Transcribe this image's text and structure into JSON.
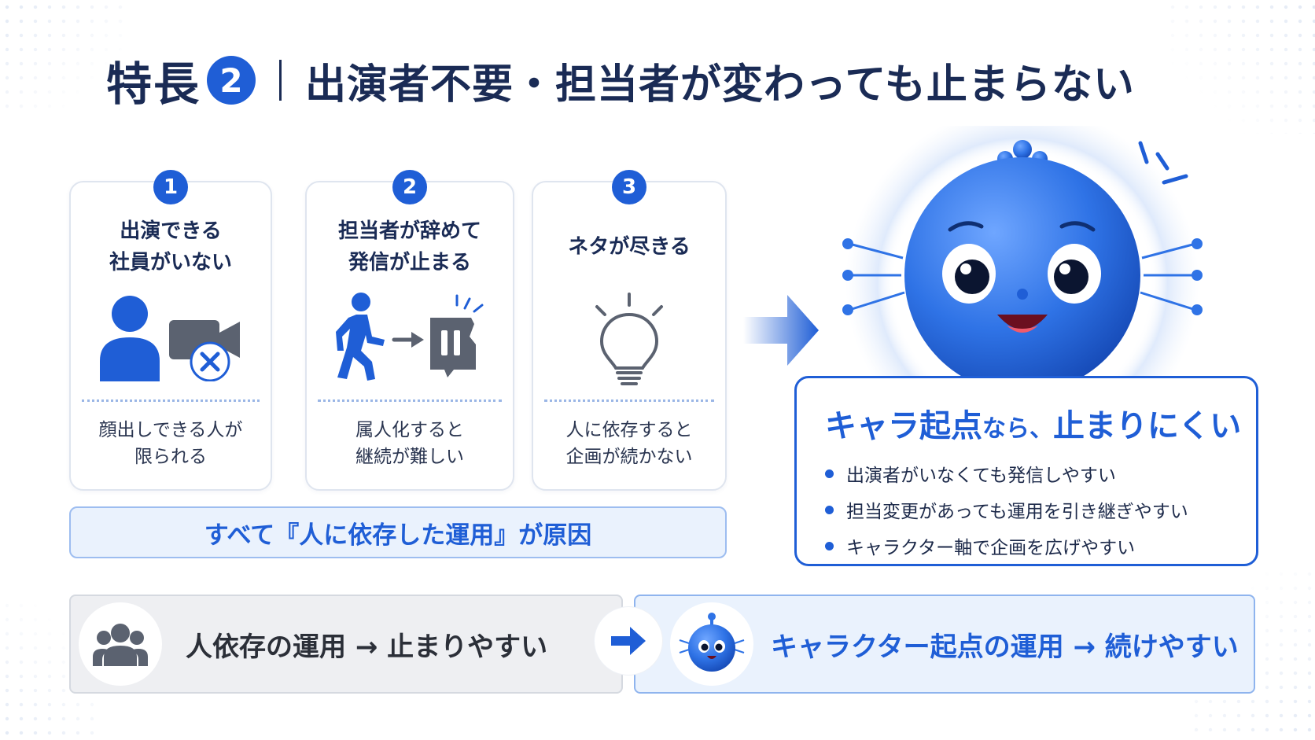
{
  "header": {
    "label": "特長",
    "number": "2",
    "headline": "出演者不要・担当者が変わっても止まらない"
  },
  "problems": [
    {
      "number": "1",
      "title_line1": "出演できる",
      "title_line2": "社員がいない",
      "icon": "person-with-camera-off-icon",
      "desc_line1": "顔出しできる人が",
      "desc_line2": "限られる"
    },
    {
      "number": "2",
      "title_line1": "担当者が辞めて",
      "title_line2": "発信が止まる",
      "icon": "person-leaving-to-broken-sign-icon",
      "desc_line1": "属人化すると",
      "desc_line2": "継続が難しい"
    },
    {
      "number": "3",
      "title_line1": "ネタが尽きる",
      "title_line2": "",
      "icon": "lightbulb-icon",
      "desc_line1": "人に依存すると",
      "desc_line2": "企画が続かない"
    }
  ],
  "cause_banner": "すべて『人に依存した運用』が原因",
  "solution": {
    "title_main": "キャラ起点",
    "title_small": "なら、",
    "title_tail": "止まりにくい",
    "points": [
      "出演者がいなくても発信しやすい",
      "担当変更があっても運用を引き継ぎやすい",
      "キャラクター軸で企画を広げやすい"
    ]
  },
  "comparison": {
    "before": "人依存の運用 → 止まりやすい",
    "after": "キャラクター起点の運用 → 続けやすい"
  },
  "colors": {
    "accent": "#1f5ed6",
    "navy": "#1a2b55",
    "icon_gray": "#5b6270"
  }
}
